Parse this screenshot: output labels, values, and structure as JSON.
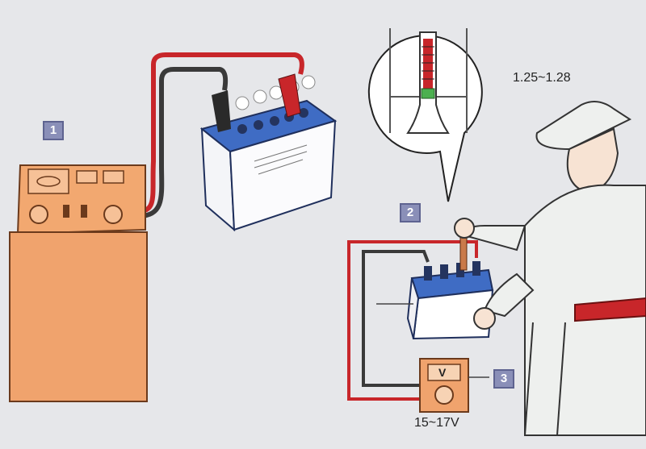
{
  "steps": [
    "1",
    "2",
    "3"
  ],
  "density_range": "1.25~1.28",
  "voltage_range": "15~17V",
  "meter_label": "V",
  "colors": {
    "charger": "#f0a36d",
    "battery_top": "#3f6cc4",
    "wire_red": "#c8262a",
    "wire_black": "#333333",
    "badge": "#8a8fb8",
    "background": "#e6e7ea"
  },
  "icons": [
    "battery-charger",
    "battery",
    "hydrometer",
    "voltmeter",
    "technician"
  ]
}
